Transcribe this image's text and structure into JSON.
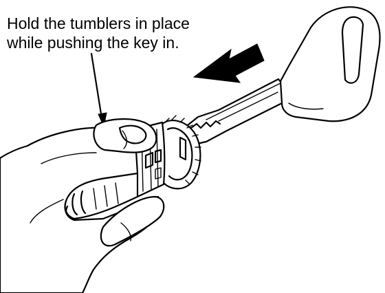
{
  "caption": {
    "line1": "Hold the tumblers in place",
    "line2": "while pushing the key in."
  },
  "illustration": {
    "subject": "key-insertion-into-lock-cylinder",
    "ink_color": "#000000",
    "background_color": "#ffffff"
  }
}
